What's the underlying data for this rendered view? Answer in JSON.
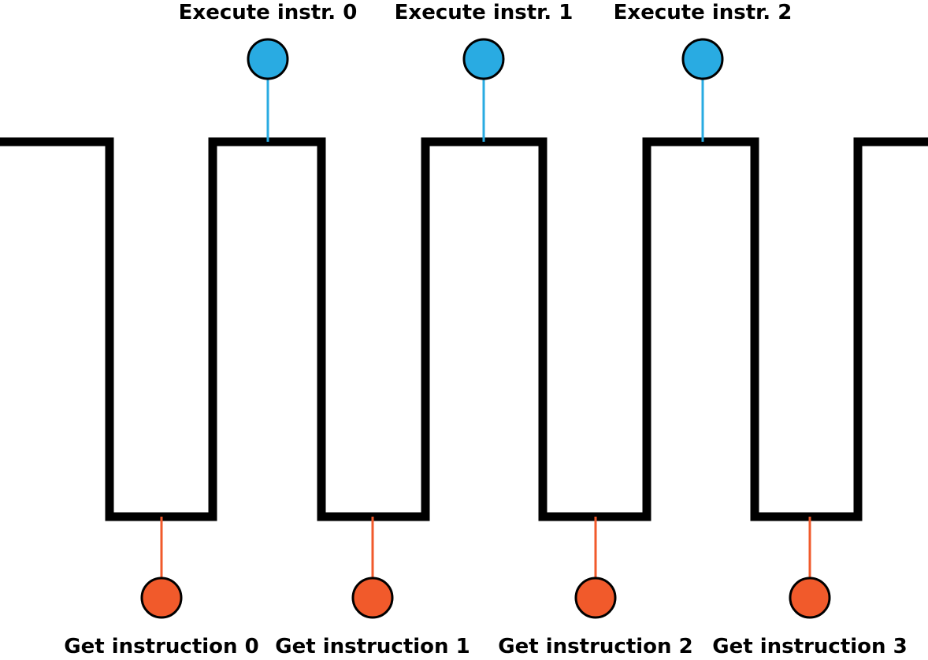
{
  "colors": {
    "background": "#ffffff",
    "clock_signal": "#000000",
    "execute_marker": "#29abe2",
    "fetch_marker": "#f15a2b"
  },
  "execute_markers": [
    {
      "label": "Execute instr. 0",
      "icon": "execute-marker-icon"
    },
    {
      "label": "Execute instr. 1",
      "icon": "execute-marker-icon"
    },
    {
      "label": "Execute instr. 2",
      "icon": "execute-marker-icon"
    }
  ],
  "fetch_markers": [
    {
      "label": "Get instruction 0",
      "icon": "fetch-marker-icon"
    },
    {
      "label": "Get instruction 1",
      "icon": "fetch-marker-icon"
    },
    {
      "label": "Get instruction 2",
      "icon": "fetch-marker-icon"
    },
    {
      "label": "Get instruction 3",
      "icon": "fetch-marker-icon"
    }
  ]
}
